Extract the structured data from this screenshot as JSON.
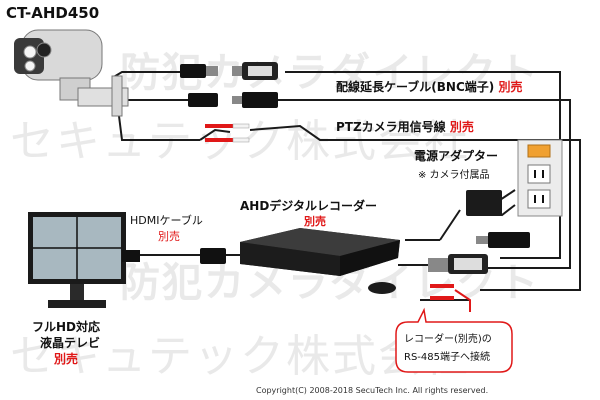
{
  "title": "CT-AHD450",
  "watermark": {
    "line1": "防犯カメラダイレクト",
    "line2": "セキュテック株式会社"
  },
  "labels": {
    "bnc_cable": "配線延長ケーブル(BNC端子)",
    "bnc_cable_note": "別売",
    "ptz_cable": "PTZカメラ用信号線",
    "ptz_cable_note": "別売",
    "power_adapter": "電源アダプター",
    "power_adapter_note": "※ カメラ付属品",
    "recorder": "AHDデジタルレコーダー",
    "recorder_note": "別売",
    "hdmi_cable": "HDMIケーブル",
    "hdmi_cable_note": "別売",
    "tv_line1": "フルHD対応",
    "tv_line2": "液晶テレビ",
    "tv_note": "別売"
  },
  "callout": {
    "line1": "レコーダー(別売)の",
    "line2": "RS-485端子へ接続"
  },
  "copyright": "Copyright(C) 2008-2018 SecuTech Inc. All rights reserved.",
  "colors": {
    "accent_red": "#e01818",
    "outlet_orange": "#f0a030",
    "cable": "#1a1a1a"
  }
}
